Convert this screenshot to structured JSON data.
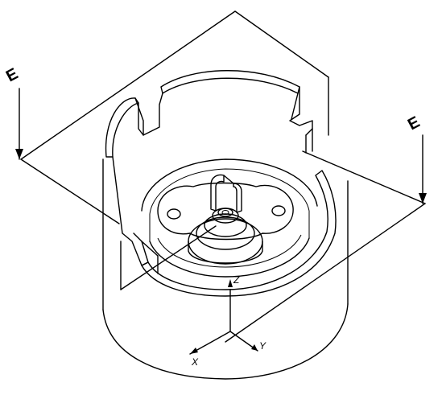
{
  "section_marks": {
    "left": "E",
    "right": "E"
  },
  "axes": {
    "x": "X",
    "y": "Y",
    "z": "Z"
  },
  "colors": {
    "line": "#000000",
    "background": "#ffffff"
  }
}
